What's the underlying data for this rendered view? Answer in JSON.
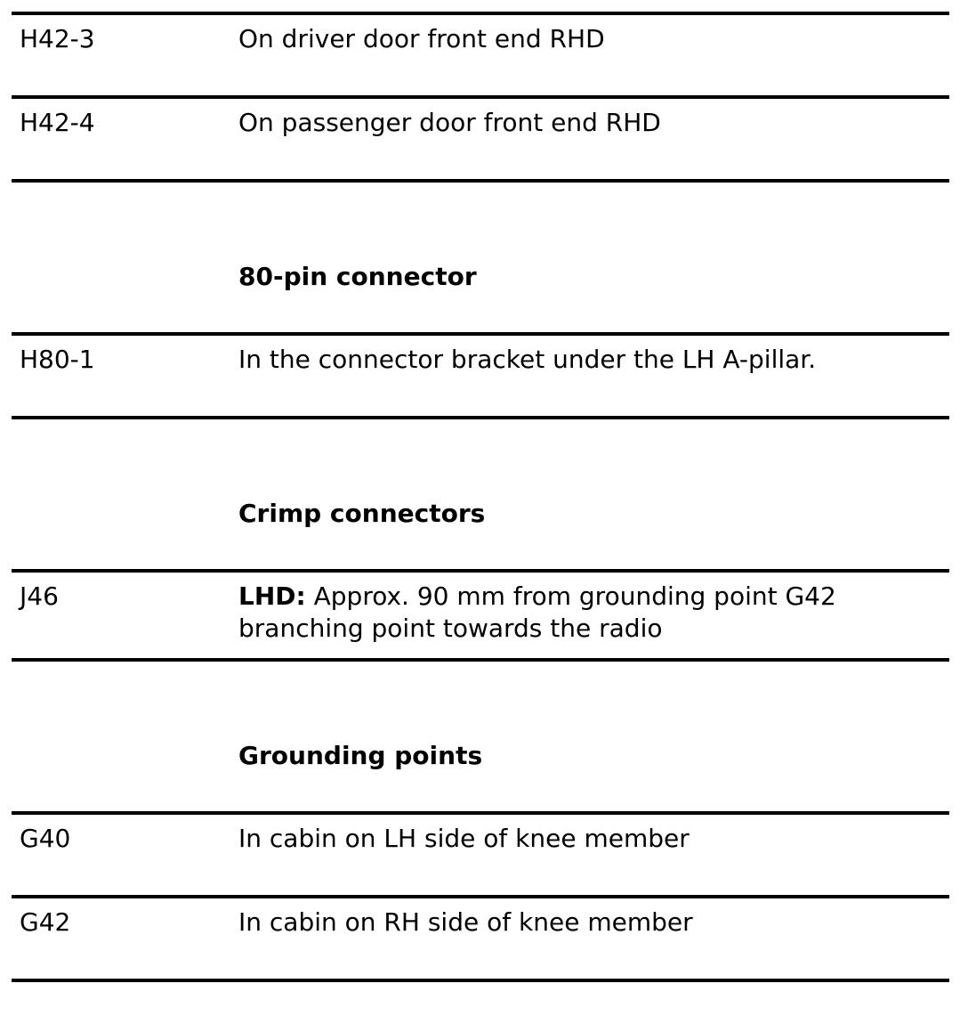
{
  "page": {
    "background": "#ffffff",
    "text_color": "#000000",
    "rule_color": "#000000"
  },
  "table": {
    "sections": [
      {
        "header": null,
        "rows": [
          {
            "code": "H42-3",
            "desc_lines": [
              [
                {
                  "text": "On driver door front end RHD",
                  "bold": false
                }
              ]
            ]
          },
          {
            "code": "H42-4",
            "desc_lines": [
              [
                {
                  "text": "On passenger door front end RHD",
                  "bold": false
                }
              ]
            ]
          }
        ]
      },
      {
        "header": "80-pin connector",
        "rows": [
          {
            "code": "H80-1",
            "desc_lines": [
              [
                {
                  "text": "In the connector bracket under the LH A-pillar.",
                  "bold": false
                }
              ]
            ]
          }
        ]
      },
      {
        "header": "Crimp connectors",
        "rows": [
          {
            "code": "J46",
            "desc_lines": [
              [
                {
                  "text": "LHD:",
                  "bold": true
                },
                {
                  "text": " Approx. 90 mm from grounding point G42",
                  "bold": false
                }
              ],
              [
                {
                  "text": "branching point towards the radio",
                  "bold": false
                }
              ]
            ]
          }
        ]
      },
      {
        "header": "Grounding points",
        "rows": [
          {
            "code": "G40",
            "desc_lines": [
              [
                {
                  "text": "In cabin on LH side of knee member",
                  "bold": false
                }
              ]
            ]
          },
          {
            "code": "G42",
            "desc_lines": [
              [
                {
                  "text": "In cabin on RH side of knee member",
                  "bold": false
                }
              ]
            ]
          }
        ]
      }
    ]
  }
}
